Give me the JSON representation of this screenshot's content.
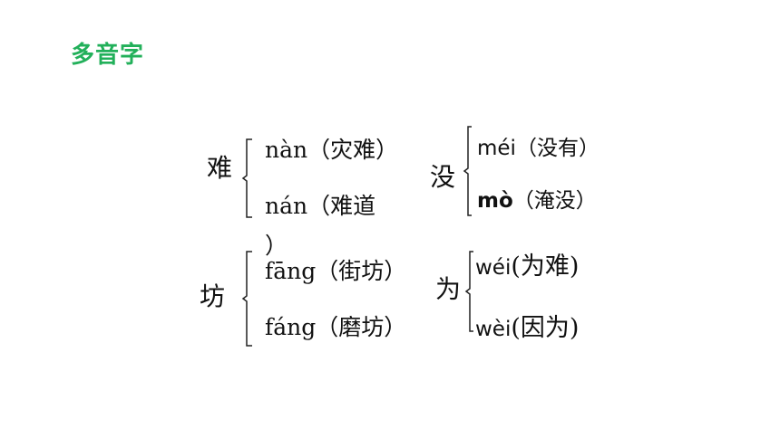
{
  "title": "多音字",
  "groups": [
    {
      "char": "难",
      "readings": [
        {
          "pinyin": "nàn",
          "word": "（灾难）"
        },
        {
          "pinyin": "nán",
          "word": "（难道"
        }
      ],
      "overflow": "）"
    },
    {
      "char": "没",
      "readings": [
        {
          "pinyin": "méi",
          "word": "（没有）"
        },
        {
          "pinyin": "mò",
          "word": "（淹没）"
        }
      ]
    },
    {
      "char": "坊",
      "readings": [
        {
          "pinyin": "fāng",
          "word": "（街坊）"
        },
        {
          "pinyin": "fáng",
          "word": "（磨坊）"
        }
      ]
    },
    {
      "char": "为",
      "readings": [
        {
          "pinyin": "wéi",
          "word": "(为难)"
        },
        {
          "pinyin": "wèi",
          "word": "(因为)"
        }
      ]
    }
  ]
}
